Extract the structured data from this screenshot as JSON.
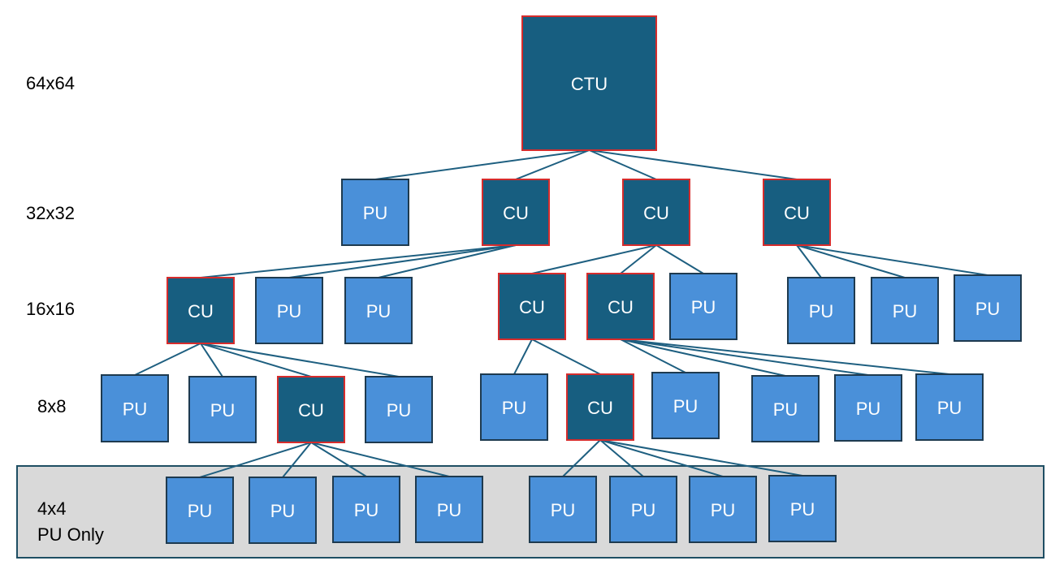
{
  "levels": [
    {
      "id": "l64",
      "label": "64x64"
    },
    {
      "id": "l32",
      "label": "32x32"
    },
    {
      "id": "l16",
      "label": "16x16"
    },
    {
      "id": "l8",
      "label": "8x8"
    },
    {
      "id": "l4",
      "label": "4x4",
      "sublabel": "PU Only"
    }
  ],
  "nodes": [
    {
      "id": "ctu",
      "type": "cu",
      "label": "CTU"
    },
    {
      "id": "a1",
      "type": "pu",
      "label": "PU"
    },
    {
      "id": "a2",
      "type": "cu",
      "label": "CU"
    },
    {
      "id": "a3",
      "type": "cu",
      "label": "CU"
    },
    {
      "id": "a4",
      "type": "cu",
      "label": "CU"
    },
    {
      "id": "b1",
      "type": "cu",
      "label": "CU"
    },
    {
      "id": "b2",
      "type": "pu",
      "label": "PU"
    },
    {
      "id": "b3",
      "type": "pu",
      "label": "PU"
    },
    {
      "id": "b4",
      "type": "cu",
      "label": "CU"
    },
    {
      "id": "b5",
      "type": "cu",
      "label": "CU"
    },
    {
      "id": "b6",
      "type": "pu",
      "label": "PU"
    },
    {
      "id": "b7",
      "type": "pu",
      "label": "PU"
    },
    {
      "id": "b8",
      "type": "pu",
      "label": "PU"
    },
    {
      "id": "b9",
      "type": "pu",
      "label": "PU"
    },
    {
      "id": "c1",
      "type": "pu",
      "label": "PU"
    },
    {
      "id": "c2",
      "type": "pu",
      "label": "PU"
    },
    {
      "id": "c3",
      "type": "cu",
      "label": "CU"
    },
    {
      "id": "c4",
      "type": "pu",
      "label": "PU"
    },
    {
      "id": "c5",
      "type": "pu",
      "label": "PU"
    },
    {
      "id": "c6",
      "type": "cu",
      "label": "CU"
    },
    {
      "id": "c7",
      "type": "pu",
      "label": "PU"
    },
    {
      "id": "c8",
      "type": "pu",
      "label": "PU"
    },
    {
      "id": "c9",
      "type": "pu",
      "label": "PU"
    },
    {
      "id": "c10",
      "type": "pu",
      "label": "PU"
    },
    {
      "id": "d1",
      "type": "pu",
      "label": "PU"
    },
    {
      "id": "d2",
      "type": "pu",
      "label": "PU"
    },
    {
      "id": "d3",
      "type": "pu",
      "label": "PU"
    },
    {
      "id": "d4",
      "type": "pu",
      "label": "PU"
    },
    {
      "id": "d5",
      "type": "pu",
      "label": "PU"
    },
    {
      "id": "d6",
      "type": "pu",
      "label": "PU"
    },
    {
      "id": "d7",
      "type": "pu",
      "label": "PU"
    },
    {
      "id": "d8",
      "type": "pu",
      "label": "PU"
    }
  ],
  "edges": [
    [
      "ctu",
      "a1"
    ],
    [
      "ctu",
      "a2"
    ],
    [
      "ctu",
      "a3"
    ],
    [
      "ctu",
      "a4"
    ],
    [
      "a2",
      "b1"
    ],
    [
      "a2",
      "b2"
    ],
    [
      "a2",
      "b3"
    ],
    [
      "a3",
      "b4"
    ],
    [
      "a3",
      "b5"
    ],
    [
      "a3",
      "b6"
    ],
    [
      "a4",
      "b7"
    ],
    [
      "a4",
      "b8"
    ],
    [
      "a4",
      "b9"
    ],
    [
      "b1",
      "c1"
    ],
    [
      "b1",
      "c2"
    ],
    [
      "b1",
      "c3"
    ],
    [
      "b1",
      "c4"
    ],
    [
      "b4",
      "c5"
    ],
    [
      "b4",
      "c6"
    ],
    [
      "b5",
      "c7"
    ],
    [
      "b5",
      "c8"
    ],
    [
      "b5",
      "c9"
    ],
    [
      "b5",
      "c10"
    ],
    [
      "c3",
      "d1"
    ],
    [
      "c3",
      "d2"
    ],
    [
      "c3",
      "d3"
    ],
    [
      "c3",
      "d4"
    ],
    [
      "c6",
      "d5"
    ],
    [
      "c6",
      "d6"
    ],
    [
      "c6",
      "d7"
    ],
    [
      "c6",
      "d8"
    ]
  ],
  "colors": {
    "cu_fill": "#175e80",
    "cu_border": "#d62c2c",
    "pu_fill": "#4a90d9",
    "pu_border": "#1e3a4f",
    "edge": "#1e5f80",
    "band_fill": "#d9d9d9"
  }
}
